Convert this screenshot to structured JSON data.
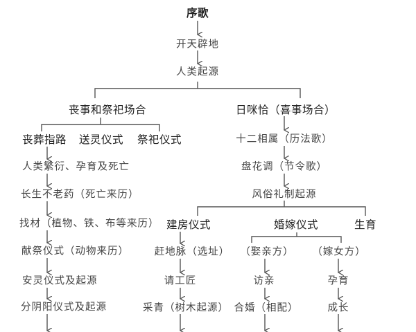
{
  "title": "序歌",
  "trunk": [
    "开天辟地",
    "人类起源"
  ],
  "branches": {
    "left": {
      "label": "丧事和祭祀场合",
      "sub_labels": [
        "丧葬指路",
        "送灵仪式",
        "祭祀仪式"
      ],
      "steps": [
        "人类繁衍、孕育及死亡",
        "长生不老药（死亡来历）",
        "找材（植物、铁、布等来历）",
        "献祭仪式（动物来历）",
        "安灵仪式及起源",
        "分阴阳仪式及起源"
      ]
    },
    "right": {
      "label": "日咪恰（喜事场合）",
      "steps": [
        "十二相属（历法歌）",
        "盘花调（节令歌）",
        "风俗礼制起源"
      ],
      "house": {
        "label": "建房仪式",
        "steps": [
          "赶地脉（选址）",
          "请工匠",
          "采青（树木起源）"
        ]
      },
      "wedding": {
        "label": "婚嫁仪式",
        "groom": {
          "label": "（娶亲方）",
          "steps": [
            "访亲",
            "合婚（相配）"
          ]
        },
        "bride": {
          "label": "（嫁女方）",
          "steps": [
            "孕育",
            "成长"
          ]
        }
      },
      "birth": {
        "label": "生育"
      }
    }
  },
  "colors": {
    "text": "#444444",
    "line": "#555555"
  }
}
